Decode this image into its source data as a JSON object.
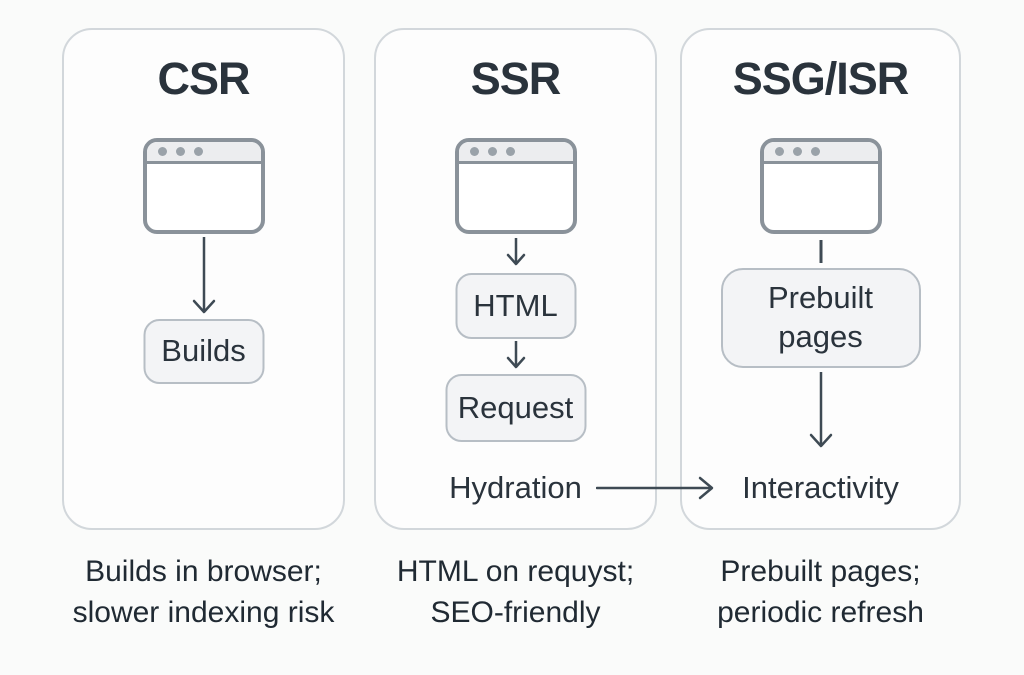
{
  "colors": {
    "background": "#fafbfa",
    "panel_background": "#fdfdfd",
    "panel_border": "#d2d7db",
    "node_background": "#f3f4f6",
    "node_border": "#b7bec5",
    "browser_icon_border": "#8a929a",
    "browser_titlebar": "#ecedef",
    "browser_dot": "#9aa2a9",
    "arrow": "#3e4a54",
    "heading_text": "#2a333c",
    "caption_text": "#202a33"
  },
  "icons": {
    "browser_window": "css-rounded-rect-with-titlebar-and-three-dots",
    "arrow_down": "svg-line-with-open-chevron",
    "arrow_right": "svg-line-with-open-chevron",
    "connector_line": "plain-vertical-line"
  },
  "panels": [
    {
      "title": "CSR",
      "nodes": [
        "Builds"
      ],
      "caption": {
        "line1": "Builds in browser;",
        "line2": "slower indexing risk"
      }
    },
    {
      "title": "SSR",
      "nodes": [
        "HTML",
        "Request"
      ],
      "flow_label": "Hydration",
      "caption": {
        "line1": "HTML on requyst;",
        "line2": "SEO-friendly"
      }
    },
    {
      "title": "SSG/ISR",
      "nodes": [
        "Prebuilt pages"
      ],
      "flow_label": "Interactivity",
      "caption": {
        "line1": "Prebuilt pages;",
        "line2": "periodic refresh"
      }
    }
  ]
}
